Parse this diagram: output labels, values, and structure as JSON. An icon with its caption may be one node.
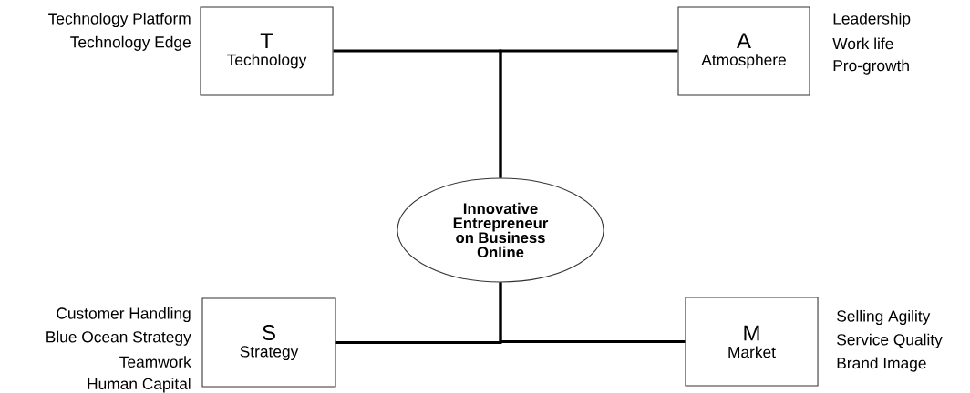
{
  "diagram": {
    "nodes": [
      {
        "text": [
          "T",
          "Technology"
        ],
        "beside": [
          "Technology Platform",
          "Technology Edge"
        ]
      },
      {
        "text": [
          "A",
          "Atmosphere"
        ],
        "beside": [
          "Leadership",
          "Work life",
          "Pro-growth"
        ]
      },
      {
        "text": [
          "Innovative Entrepreneur on Business Online"
        ]
      },
      {
        "text": [
          "S",
          "Strategy"
        ],
        "beside": [
          "Customer Handling",
          "Blue Ocean Strategy",
          "Teamwork",
          "Human Capital"
        ]
      },
      {
        "text": [
          "M",
          "Market"
        ],
        "beside": [
          "Selling Agility",
          "Service Quality",
          "Brand Image"
        ]
      }
    ],
    "edges": [
      {
        "from": 2,
        "to": 0,
        "arrow": "none"
      },
      {
        "from": 2,
        "to": 1,
        "arrow": "none"
      },
      {
        "from": 2,
        "to": 3,
        "arrow": "none"
      },
      {
        "from": 2,
        "to": 4,
        "arrow": "none"
      }
    ]
  }
}
